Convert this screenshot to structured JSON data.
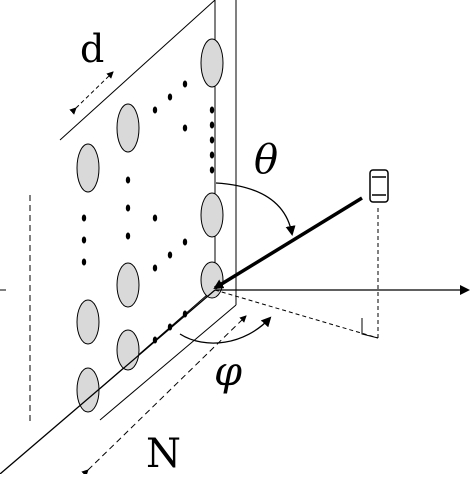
{
  "labels": {
    "d": "d",
    "theta": "θ",
    "phi": "φ",
    "n": "N"
  },
  "colors": {
    "stroke": "#000000",
    "element_fill": "#d9d9d9",
    "background": "#ffffff"
  }
}
